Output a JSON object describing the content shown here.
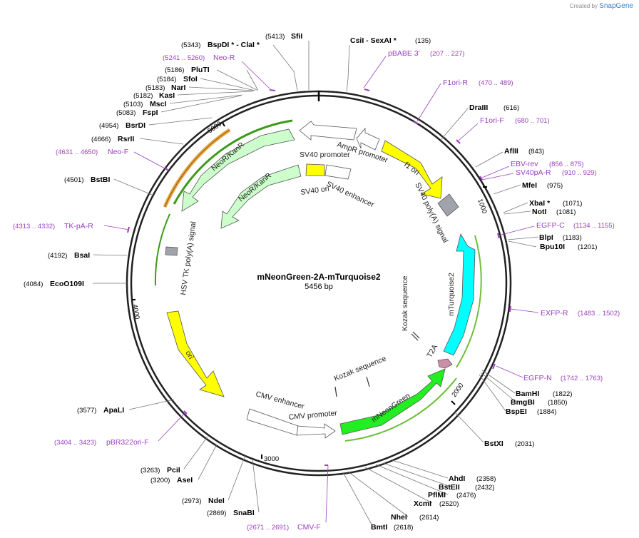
{
  "app": {
    "watermark_prefix": "Created by",
    "watermark_brand": "SnapGene"
  },
  "map": {
    "name": "mNeonGreen-2A-mTurquoise2",
    "size_label": "5456 bp",
    "total_bp": 5456,
    "ticks": [
      "1000",
      "2000",
      "3000",
      "4000",
      "5000"
    ]
  },
  "sites": [
    {
      "name": "SfiI",
      "pos": "(5413)"
    },
    {
      "name": "BspDI * - ClaI *",
      "pos": "(5343)"
    },
    {
      "name": "PluTI",
      "pos": "(5186)"
    },
    {
      "name": "SfoI",
      "pos": "(5184)"
    },
    {
      "name": "NarI",
      "pos": "(5183)"
    },
    {
      "name": "KasI",
      "pos": "(5182)"
    },
    {
      "name": "MscI",
      "pos": "(5103)"
    },
    {
      "name": "FspI",
      "pos": "(5083)"
    },
    {
      "name": "BsrDI",
      "pos": "(4954)"
    },
    {
      "name": "RsrII",
      "pos": "(4666)"
    },
    {
      "name": "BstBI",
      "pos": "(4501)"
    },
    {
      "name": "BsaI",
      "pos": "(4192)"
    },
    {
      "name": "EcoO109I",
      "pos": "(4084)"
    },
    {
      "name": "ApaLI",
      "pos": "(3577)"
    },
    {
      "name": "PciI",
      "pos": "(3263)"
    },
    {
      "name": "AseI",
      "pos": "(3200)"
    },
    {
      "name": "NdeI",
      "pos": "(2973)"
    },
    {
      "name": "SnaBI",
      "pos": "(2869)"
    },
    {
      "name": "BmtI",
      "pos": "(2618)"
    },
    {
      "name": "NheI",
      "pos": "(2614)"
    },
    {
      "name": "XcmI",
      "pos": "(2520)"
    },
    {
      "name": "PflMI",
      "pos": "(2476)"
    },
    {
      "name": "BstEII",
      "pos": "(2432)"
    },
    {
      "name": "AhdI",
      "pos": "(2358)"
    },
    {
      "name": "BstXI",
      "pos": "(2031)"
    },
    {
      "name": "BspEI",
      "pos": "(1884)"
    },
    {
      "name": "BmgBI",
      "pos": "(1850)"
    },
    {
      "name": "BamHI",
      "pos": "(1822)"
    },
    {
      "name": "Bpu10I",
      "pos": "(1201)"
    },
    {
      "name": "BlpI",
      "pos": "(1183)"
    },
    {
      "name": "NotI",
      "pos": "(1081)"
    },
    {
      "name": "XbaI *",
      "pos": "(1071)"
    },
    {
      "name": "MfeI",
      "pos": "(975)"
    },
    {
      "name": "AflII",
      "pos": "(843)"
    },
    {
      "name": "DraIII",
      "pos": "(616)"
    },
    {
      "name": "CsiI  - SexAI *",
      "pos": "(135)"
    }
  ],
  "primers": [
    {
      "name": "Neo-R",
      "range": "(5241 .. 5260)"
    },
    {
      "name": "pBABE 3'",
      "range": "(207 .. 227)"
    },
    {
      "name": "F1ori-R",
      "range": "(470 .. 489)"
    },
    {
      "name": "F1ori-F",
      "range": "(680 .. 701)"
    },
    {
      "name": "EBV-rev",
      "range": "(856 .. 875)"
    },
    {
      "name": "SV40pA-R",
      "range": "(910 .. 929)"
    },
    {
      "name": "EGFP-C",
      "range": "(1134 .. 1155)"
    },
    {
      "name": "EXFP-R",
      "range": "(1483 .. 1502)"
    },
    {
      "name": "EGFP-N",
      "range": "(1742 .. 1763)"
    },
    {
      "name": "CMV-F",
      "range": "(2671 .. 2691)"
    },
    {
      "name": "pBR322ori-F",
      "range": "(3404 .. 3423)"
    },
    {
      "name": "TK-pA-R",
      "range": "(4313 .. 4332)"
    },
    {
      "name": "Neo-F",
      "range": "(4631 .. 4650)"
    }
  ],
  "features": {
    "ampr_promoter": "AmpR promoter",
    "sv40_promoter": "SV40 promoter",
    "f1_ori": "f1 ori",
    "sv40_ori": "SV40 ori",
    "sv40_enhancer": "SV40 enhancer",
    "neokanr_outer": "NeoR/KanR",
    "neokanr_inner": "NeoR/KanR",
    "sv40_polya": "SV40 poly(A) signal",
    "hsv_tk_polya": "HSV TK poly(A) signal",
    "mturquoise2": "mTurquoise2",
    "kozak_1": "Kozak sequence",
    "kozak_2": "Kozak sequence",
    "t2a": "T2A",
    "mneongreen": "mNeonGreen",
    "cmv_enhancer": "CMV enhancer",
    "cmv_promoter": "CMV promoter",
    "ori": "ori"
  },
  "colors": {
    "primer": "#9a3fc0",
    "f1_ori": "#ffff00",
    "neokanr": "#ccffcc",
    "mturquoise2": "#00ffff",
    "mneongreen": "#22ee22",
    "t2a": "#cc8fa8",
    "polya": "#a0a4aa"
  }
}
